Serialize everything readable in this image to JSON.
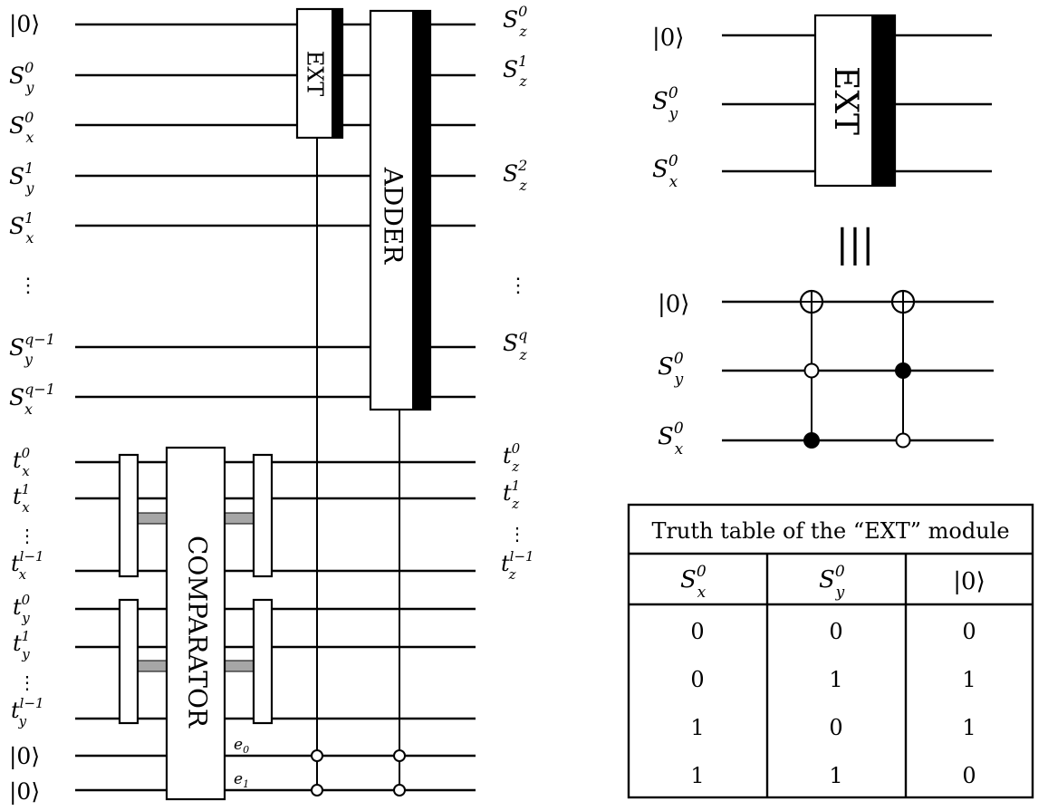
{
  "left_circuit": {
    "input_labels": {
      "zero": "|0⟩",
      "sy0": {
        "base": "S",
        "sup": "0",
        "sub": "y"
      },
      "sx0": {
        "base": "S",
        "sup": "0",
        "sub": "x"
      },
      "sy1": {
        "base": "S",
        "sup": "1",
        "sub": "y"
      },
      "sx1": {
        "base": "S",
        "sup": "1",
        "sub": "x"
      },
      "vdots": "⋮",
      "syq": {
        "base": "S",
        "sup": "q−1",
        "sub": "y"
      },
      "sxq": {
        "base": "S",
        "sup": "q−1",
        "sub": "x"
      },
      "tx0": {
        "base": "t",
        "sup": "0",
        "sub": "x"
      },
      "tx1": {
        "base": "t",
        "sup": "1",
        "sub": "x"
      },
      "txl": {
        "base": "t",
        "sup": "l−1",
        "sub": "x"
      },
      "ty0": {
        "base": "t",
        "sup": "0",
        "sub": "y"
      },
      "ty1": {
        "base": "t",
        "sup": "1",
        "sub": "y"
      },
      "tyl": {
        "base": "t",
        "sup": "l−1",
        "sub": "y"
      },
      "zero2": "|0⟩",
      "zero3": "|0⟩"
    },
    "output_labels": {
      "sz0": {
        "base": "S",
        "sup": "0",
        "sub": "z"
      },
      "sz1": {
        "base": "S",
        "sup": "1",
        "sub": "z"
      },
      "sz2": {
        "base": "S",
        "sup": "2",
        "sub": "z"
      },
      "vdots": "⋮",
      "szq": {
        "base": "S",
        "sup": "q",
        "sub": "z"
      },
      "tz0": {
        "base": "t",
        "sup": "0",
        "sub": "z"
      },
      "tz1": {
        "base": "t",
        "sup": "1",
        "sub": "z"
      },
      "tzl": {
        "base": "t",
        "sup": "l−1",
        "sub": "z"
      }
    },
    "modules": {
      "ext": "EXT",
      "adder": "ADDER",
      "comparator": "COMPARATOR"
    },
    "flags": {
      "e0": {
        "base": "e",
        "sub": "0"
      },
      "e1": {
        "base": "e",
        "sub": "1"
      }
    }
  },
  "right_circuit": {
    "top_labels": {
      "zero": "|0⟩",
      "sy0": {
        "base": "S",
        "sup": "0",
        "sub": "y"
      },
      "sx0": {
        "base": "S",
        "sup": "0",
        "sub": "x"
      }
    },
    "module": "EXT",
    "equiv_symbol": "|||",
    "bottom_labels": {
      "zero": "|0⟩",
      "sy0": {
        "base": "S",
        "sup": "0",
        "sub": "y"
      },
      "sx0": {
        "base": "S",
        "sup": "0",
        "sub": "x"
      }
    }
  },
  "truth_table": {
    "title": "Truth table of the “EXT” module",
    "headers": [
      {
        "base": "S",
        "sup": "0",
        "sub": "x"
      },
      {
        "base": "S",
        "sup": "0",
        "sub": "y"
      },
      {
        "text": "|0⟩"
      }
    ],
    "rows": [
      [
        "0",
        "0",
        "0"
      ],
      [
        "0",
        "1",
        "1"
      ],
      [
        "1",
        "0",
        "1"
      ],
      [
        "1",
        "1",
        "0"
      ]
    ]
  }
}
